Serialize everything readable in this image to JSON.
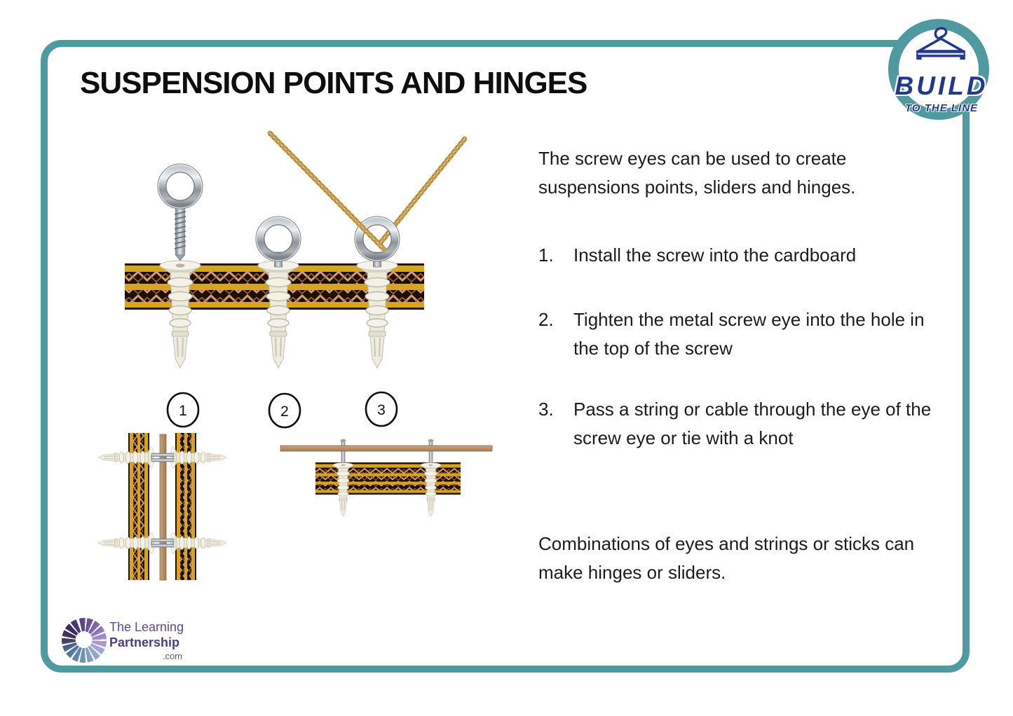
{
  "page": {
    "title": "SUSPENSION POINTS AND HINGES"
  },
  "content": {
    "intro": "The screw eyes can be used to create suspensions points, sliders and hinges.",
    "steps": [
      {
        "num": "1.",
        "text": "Install the screw into the cardboard"
      },
      {
        "num": "2.",
        "text": "Tighten the metal screw eye into the hole in the top of the screw"
      },
      {
        "num": "3.",
        "text": "Pass a string or cable through the eye of the screw eye or tie with a knot"
      }
    ],
    "outro": "Combinations of eyes and strings or sticks can make hinges or sliders."
  },
  "figure": {
    "step_labels": [
      "1",
      "2",
      "3"
    ]
  },
  "logos": {
    "build": {
      "name": "BUILD",
      "tagline": "TO THE LINE"
    },
    "tlp": {
      "line1": "The Learning",
      "line2": "Partnership",
      "line3": ".com"
    }
  },
  "colors": {
    "frame_teal": "#4f9aa0",
    "build_navy": "#21388c",
    "tlp_purple": "#5a4a92",
    "cardboard_gold": "#d7a41e",
    "flute_dark": "#1e1006",
    "flute_copper": "#d89b6e",
    "string_gold": "#c79c4b",
    "wood_brown": "#b28a62",
    "plastic_ivory": "#efecdf",
    "metal_gray": "#9aa2a8",
    "text_black": "#1c1c1c"
  }
}
